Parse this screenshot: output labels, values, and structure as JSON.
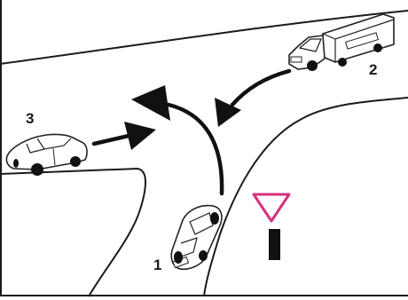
{
  "vehicles": [
    {
      "id": "car-1",
      "number": "1",
      "kind": "car"
    },
    {
      "id": "truck-2",
      "number": "2",
      "kind": "truck"
    },
    {
      "id": "car-3",
      "number": "3",
      "kind": "car"
    }
  ],
  "arrows": [
    {
      "id": "arrow-car-1",
      "from": "car-1",
      "direction": "left-turn"
    },
    {
      "id": "arrow-truck-2",
      "from": "truck-2",
      "direction": "left-turn"
    },
    {
      "id": "arrow-car-3",
      "from": "car-3",
      "direction": "straight"
    }
  ],
  "signs": [
    {
      "id": "yield-sign",
      "type": "yield",
      "facing": "car-1",
      "colors": {
        "triangle": "#d6317f",
        "post": "#111111"
      }
    }
  ],
  "colors": {
    "road_lines": "#1a1a1a",
    "background": "#ffffff",
    "arrows": "#111111"
  }
}
